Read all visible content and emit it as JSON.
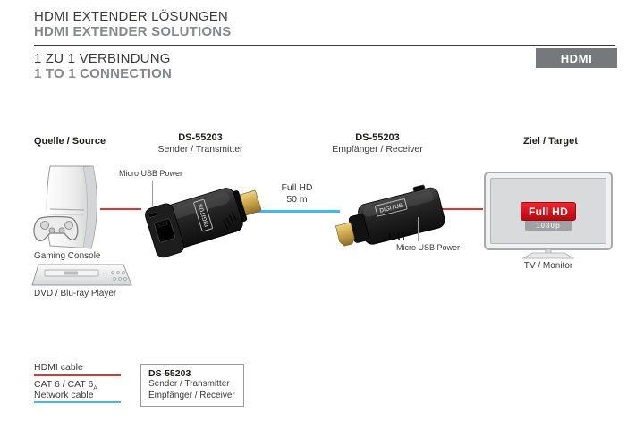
{
  "header": {
    "title_de": "HDMI EXTENDER LÖSUNGEN",
    "title_en": "HDMI EXTENDER SOLUTIONS",
    "section_de": "1 ZU 1 VERBINDUNG",
    "section_en": "1 TO 1 CONNECTION",
    "badge": "HDMI"
  },
  "columns": {
    "source_label": "Quelle / Source",
    "transmitter_model": "DS-55203",
    "transmitter_role": "Sender / Transmitter",
    "receiver_model": "DS-55203",
    "receiver_role": "Empfänger / Receiver",
    "target_label": "Ziel / Target"
  },
  "diagram": {
    "gaming_console": "Gaming Console",
    "dvd_player": "DVD / Blu-ray Player",
    "tv_monitor": "TV / Monitor",
    "tx_power_label": "Micro USB Power",
    "rx_power_label": "Micro USB Power",
    "link_speed": "Full HD",
    "link_distance": "50 m",
    "tv_badge": "Full HD",
    "tv_badge_sub": "1080p",
    "brand": "DIGITUS"
  },
  "legend": {
    "hdmi_cable": "HDMI cable",
    "cat_main": "CAT 6 / CAT 6",
    "cat_sub": "A",
    "network_cable": "Network cable",
    "box_model": "DS-55203",
    "box_role1": "Sender / Transmitter",
    "box_role2": "Empfänger / Receiver"
  },
  "colors": {
    "hdmi_cable_line": "#e5332d",
    "network_cable_line": "#45b7e8",
    "badge_bg": "#77787b",
    "fullhd_red": "#c20a13",
    "title_gray": "#87888a",
    "title_dark": "#3b3b3a"
  }
}
